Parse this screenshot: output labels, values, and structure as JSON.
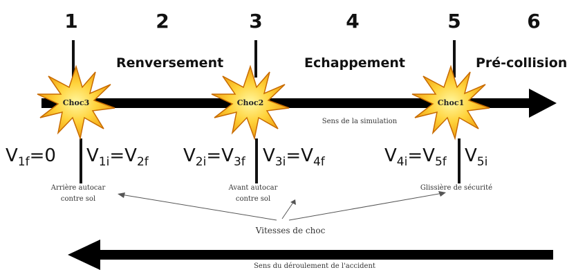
{
  "columns": [
    "1",
    "2",
    "3",
    "4",
    "5",
    "6"
  ],
  "phases": {
    "renversement": "Renversement",
    "echappement": "Echappement",
    "precollision": "Pré-collision"
  },
  "shocks": {
    "choc3": "Choc3",
    "choc2": "Choc2",
    "choc1": "Choc1"
  },
  "sim_direction": "Sens de la simulation",
  "equations": {
    "eq1": {
      "v1f": "V",
      "v1f_sub": "1f",
      "v1f_val": "=0",
      "v1i": "V",
      "v1i_sub": "1i",
      "eq": "=",
      "v2f": "V",
      "v2f_sub": "2f"
    },
    "eq2": {
      "v2i": "V",
      "v2i_sub": "2i",
      "eq": "=",
      "v3f": "V",
      "v3f_sub": "3f",
      "v3i": "V",
      "v3i_sub": "3i",
      "eq2": "=",
      "v4f": "V",
      "v4f_sub": "4f"
    },
    "eq3": {
      "v4i": "V",
      "v4i_sub": "4i",
      "eq": "=",
      "v5f": "V",
      "v5f_sub": "5f",
      "v5i": "V",
      "v5i_sub": "5i"
    }
  },
  "contacts": {
    "c1_line1": "Arrière autocar",
    "c1_line2": "contre sol",
    "c2_line1": "Avant autocar",
    "c2_line2": "contre sol",
    "c3": "Glissière de sécurité"
  },
  "shock_speeds": "Vitesses de choc",
  "accident_direction": "Sens du déroulement de l'accident",
  "colors": {
    "arrow": "#000000",
    "star_outer": "#f2a300",
    "star_inner": "#fff36a"
  }
}
